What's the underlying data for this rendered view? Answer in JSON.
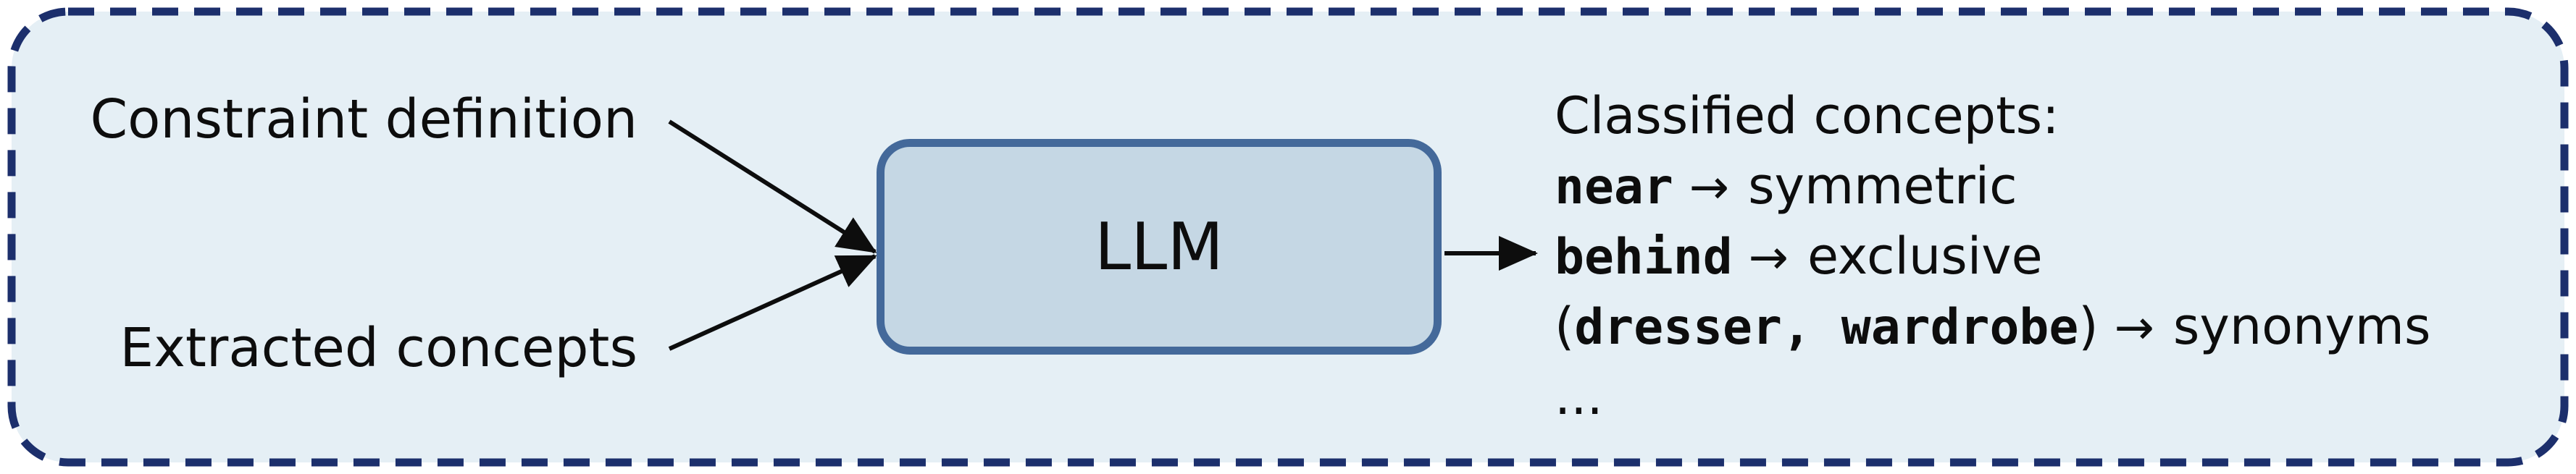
{
  "inputs": {
    "constraint_definition": "Constraint definition",
    "extracted_concepts": "Extracted concepts"
  },
  "model": {
    "label": "LLM"
  },
  "output": {
    "heading": "Classified concepts:",
    "arrow": "→",
    "items": [
      {
        "term": "near",
        "category": "symmetric"
      },
      {
        "term": "behind",
        "category": "exclusive"
      },
      {
        "open_paren": "(",
        "term_a": "dresser",
        "separator": ", ",
        "term_b": "wardrobe",
        "close_paren": ")",
        "category": "synonyms"
      }
    ],
    "ellipsis": "..."
  },
  "colors": {
    "frame_border": "#1c2f6c",
    "frame_fill": "#e5eff5",
    "llm_border": "#44699a",
    "llm_fill": "#c5d7e4",
    "text": "#0d0d0d"
  }
}
